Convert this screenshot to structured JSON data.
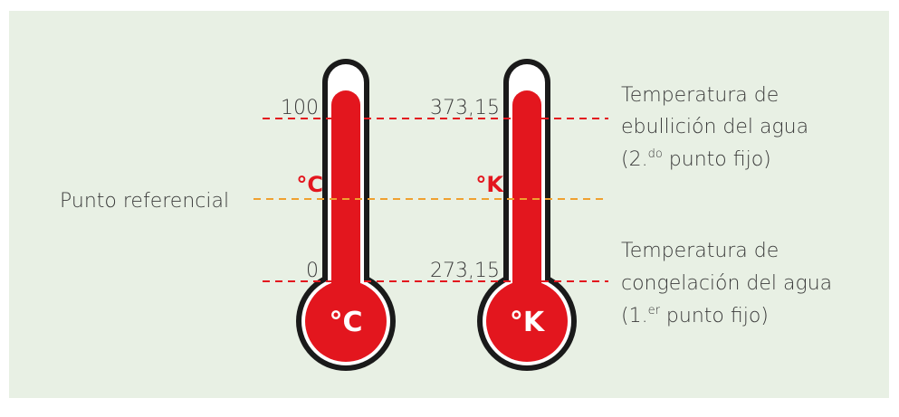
{
  "colors": {
    "panel_background": "#e8f0e4",
    "mercury_red": "#e3161e",
    "outline_black": "#1a1a1a",
    "boiling_line": "#e3161e",
    "reference_line": "#f0a030",
    "freezing_line": "#e3161e",
    "text_gray": "#3a3a3a"
  },
  "left_label": {
    "reference": "Punto referencial"
  },
  "thermometers": [
    {
      "id": "celsius",
      "top_value": "100",
      "bottom_value": "0",
      "unit_mark": "°C",
      "bulb_label": "°C"
    },
    {
      "id": "kelvin",
      "top_value": "373,15",
      "bottom_value": "273,15",
      "unit_mark": "°K",
      "bulb_label": "°K"
    }
  ],
  "right_labels": {
    "boiling": {
      "line1": "Temperatura de",
      "line2": "ebullición del agua",
      "line3_pre": "(2.",
      "line3_sup": "do",
      "line3_post": " punto fijo)"
    },
    "freezing": {
      "line1": "Temperatura de",
      "line2": "congelación del agua",
      "line3_pre": "(1.",
      "line3_sup": "er",
      "line3_post": " punto fijo)"
    }
  }
}
